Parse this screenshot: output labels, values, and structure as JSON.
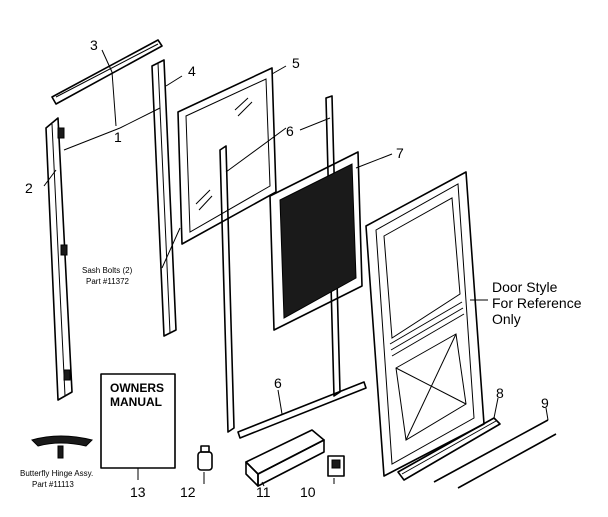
{
  "callouts": {
    "n1": "1",
    "n2": "2",
    "n3": "3",
    "n4": "4",
    "n5": "5",
    "n6a": "6",
    "n6b": "6",
    "n7": "7",
    "n8": "8",
    "n9": "9",
    "n10": "10",
    "n11": "11",
    "n12": "12",
    "n13": "13"
  },
  "labels": {
    "sash_bolts_line1": "Sash Bolts (2)",
    "sash_bolts_line2": "Part #11372",
    "hinge_line1": "Butterfly Hinge Assy.",
    "hinge_line2": "Part #11113",
    "door_style_line1": "Door Style",
    "door_style_line2": "For Reference",
    "door_style_line3": "Only",
    "manual_line1": "OWNERS",
    "manual_line2": "MANUAL"
  }
}
